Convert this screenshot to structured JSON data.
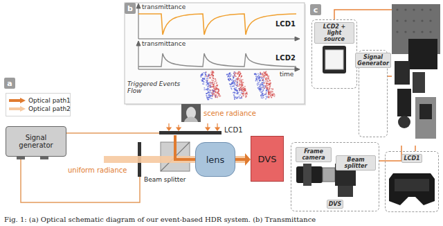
{
  "diagram": {
    "caption": "Fig. 1: (a) Optical schematic diagram of our event-based HDR system. (b) Transmittance",
    "nodes": [
      {
        "text": [
          "a"
        ]
      },
      {
        "text": [
          "b"
        ]
      },
      {
        "text": [
          "c"
        ]
      },
      {
        "text": [
          "Signal generator"
        ]
      },
      {
        "text": [
          "lens"
        ]
      },
      {
        "text": [
          "DVS"
        ]
      },
      {
        "text": [
          "LCD2 + light source"
        ]
      },
      {
        "text": [
          "Signal Generator"
        ]
      },
      {
        "text": [
          "DVS"
        ]
      },
      {
        "text": [
          "Frame camera"
        ],
        "in": 8
      },
      {
        "text": [
          "Beam splitter"
        ],
        "in": 8
      },
      {
        "text": [
          "LCD1"
        ]
      }
    ],
    "edges": [
      {
        "from": 4,
        "to": 5,
        "arrow": "to"
      }
    ],
    "labels": [
      "scene radiance",
      "LCD1",
      "Beam splitter",
      "uniform radiance",
      "transmittance",
      "LCD1",
      "transmittance",
      "LCD2",
      "time",
      "Triggered Events Flow"
    ],
    "legend": [
      {
        "text": "Optical path1",
        "color": "#e07b30"
      },
      {
        "text": "Optical path2",
        "color": "#f6c9a0"
      }
    ]
  }
}
